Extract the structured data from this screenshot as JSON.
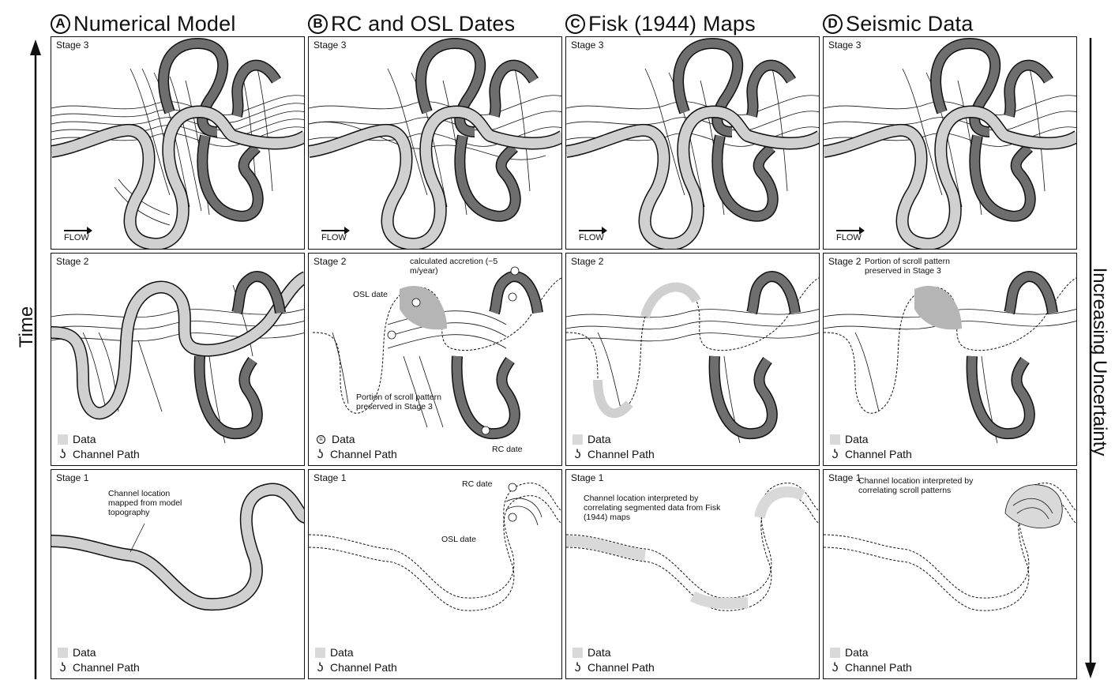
{
  "columns": [
    {
      "letter": "A",
      "title": "Numerical Model"
    },
    {
      "letter": "B",
      "title": "RC and OSL Dates"
    },
    {
      "letter": "C",
      "title": "Fisk (1944) Maps"
    },
    {
      "letter": "D",
      "title": "Seismic Data"
    }
  ],
  "stages": {
    "s3": "Stage 3",
    "s2": "Stage 2",
    "s1": "Stage 1"
  },
  "flow_label": "FLOW",
  "legend": {
    "data": "Data",
    "channel": "Channel Path",
    "dot_marker": "①"
  },
  "axes": {
    "left": "Time",
    "right": "Increasing Uncertainty"
  },
  "annotations": {
    "a1": "Channel location mapped from model topography",
    "b2_accretion": "calculated accretion (~5 m/year)",
    "b2_osl": "OSL date",
    "b2_portion": "Portion of scroll pattern preserved in Stage 3",
    "b2_rc": "RC date",
    "b1_rc": "RC date",
    "b1_osl": "OSL date",
    "c1": "Channel location interpreted by correlating segmented data from Fisk (1944) maps",
    "d2": "Portion of scroll pattern preserved in Stage 3",
    "d1": "Channel location interpreted by correlating scroll patterns"
  },
  "colors": {
    "data_fill": "#d9d9d9",
    "channel_dark": "#6e6e6e",
    "channel_light": "#d0d0d0"
  }
}
